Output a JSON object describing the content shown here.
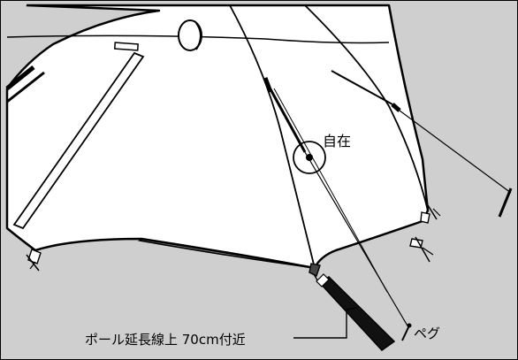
{
  "labels": {
    "jizai": "自在",
    "peg": "ペグ",
    "pole_extension": "ポール延長線上 70cm付近"
  },
  "colors": {
    "ground": "#cfcfcf",
    "tent": "#ffffff",
    "fly_shadow": "#777777",
    "outline": "#000000"
  }
}
